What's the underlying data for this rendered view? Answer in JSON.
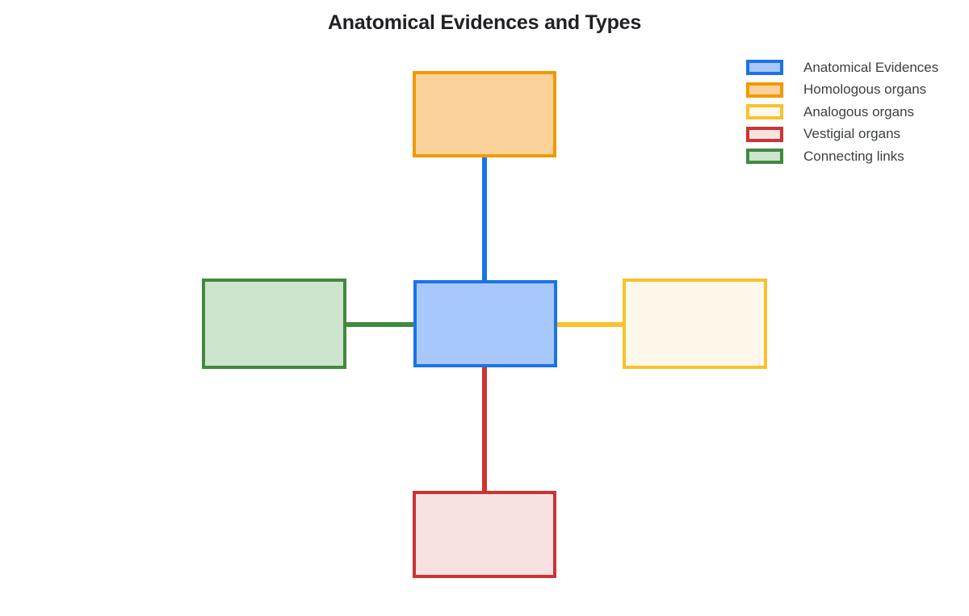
{
  "title": "Anatomical Evidences and Types",
  "background_color": "#ffffff",
  "title_color": "#202124",
  "legend": {
    "position": "top-right",
    "items": [
      {
        "label": "Anatomical Evidences",
        "border_color": "#1a73e8",
        "fill_color": "#a8c7fa",
        "swatch_name": "legend-swatch-anatomical-evidences"
      },
      {
        "label": "Homologous organs",
        "border_color": "#f29900",
        "fill_color": "#fcd29b",
        "swatch_name": "legend-swatch-homologous-organs"
      },
      {
        "label": "Analogous organs",
        "border_color": "#fbc02d",
        "fill_color": "#fdf8e9",
        "swatch_name": "legend-swatch-analogous-organs"
      },
      {
        "label": "Vestigial organs",
        "border_color": "#cc3333",
        "fill_color": "#f8e1e1",
        "swatch_name": "legend-swatch-vestigial-organs"
      },
      {
        "label": "Connecting links",
        "border_color": "#41893f",
        "fill_color": "#cee5cd",
        "swatch_name": "legend-swatch-connecting-links"
      }
    ]
  },
  "diagram": {
    "type": "node-link",
    "layout": "radial-cross",
    "nodes": [
      {
        "id": "center",
        "label": "",
        "category": "Anatomical Evidences",
        "border_color": "#1a73e8",
        "fill_color": "#a8c7fa",
        "position": "center"
      },
      {
        "id": "top",
        "label": "",
        "category": "Homologous organs",
        "border_color": "#f29900",
        "fill_color": "#fcd29b",
        "position": "top"
      },
      {
        "id": "left",
        "label": "",
        "category": "Connecting links",
        "border_color": "#41893f",
        "fill_color": "#cee5cd",
        "position": "left"
      },
      {
        "id": "right",
        "label": "",
        "category": "Analogous organs",
        "border_color": "#fbc02d",
        "fill_color": "#fdf8e9",
        "position": "right"
      },
      {
        "id": "bottom",
        "label": "",
        "category": "Vestigial organs",
        "border_color": "#cc3333",
        "fill_color": "#f8e1e1",
        "position": "bottom"
      }
    ],
    "edges": [
      {
        "from": "center",
        "to": "top",
        "color": "#1a73e8",
        "orientation": "vertical"
      },
      {
        "from": "center",
        "to": "bottom",
        "color": "#cc3333",
        "orientation": "vertical"
      },
      {
        "from": "center",
        "to": "left",
        "color": "#41893f",
        "orientation": "horizontal"
      },
      {
        "from": "center",
        "to": "right",
        "color": "#fbc02d",
        "orientation": "horizontal"
      }
    ]
  }
}
